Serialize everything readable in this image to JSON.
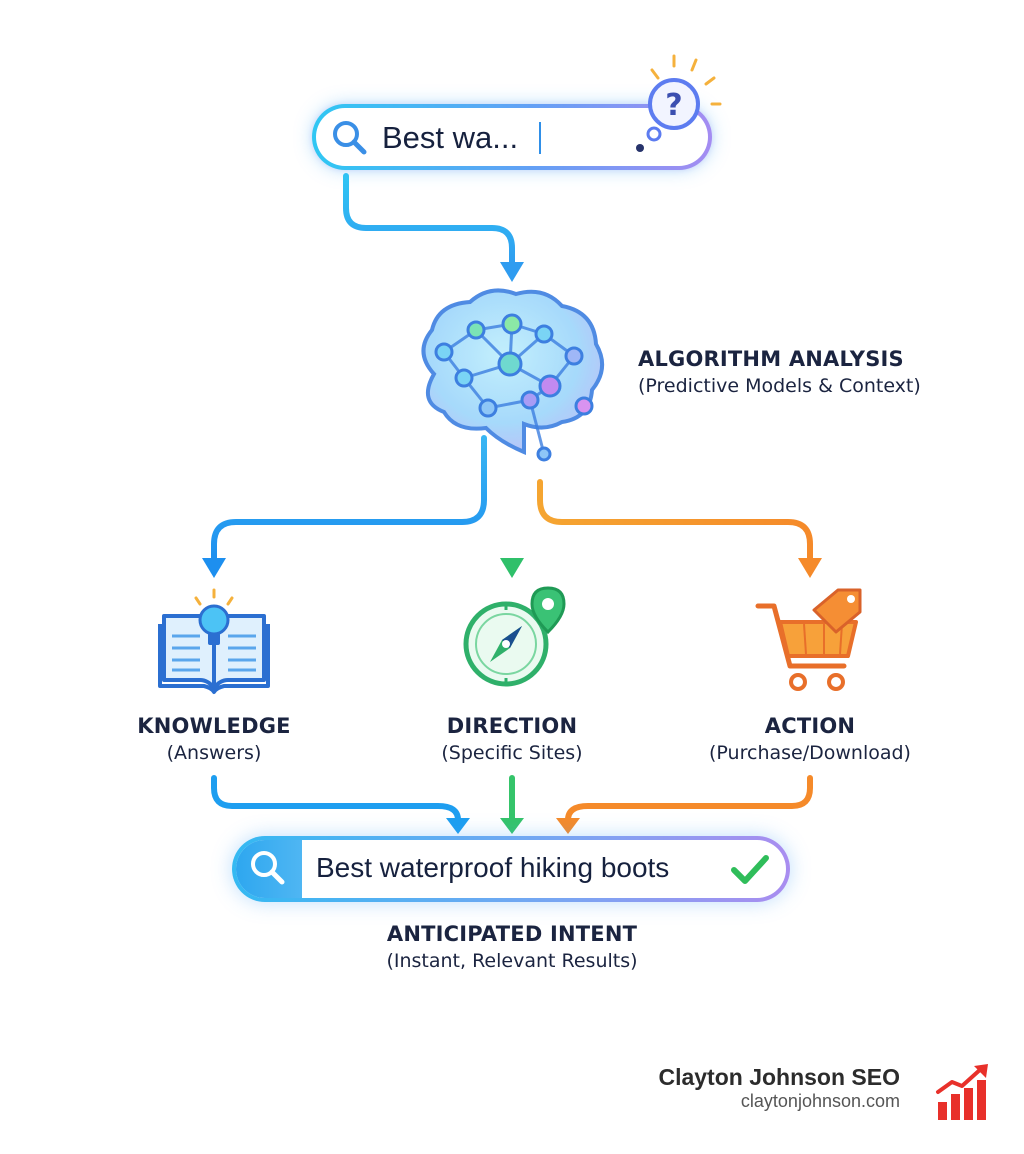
{
  "search_top": {
    "query_text": "Best wa...",
    "icon": "search-icon",
    "badge_icon": "question-bubble-icon"
  },
  "analysis": {
    "icon": "brain-network-icon",
    "title": "ALGORITHM ANALYSIS",
    "subtitle": "(Predictive Models & Context)"
  },
  "branches": [
    {
      "title": "KNOWLEDGE",
      "subtitle": "(Answers)",
      "icon": "book-lightbulb-icon",
      "color": "#1e9ef0"
    },
    {
      "title": "DIRECTION",
      "subtitle": "(Specific Sites)",
      "icon": "compass-pin-icon",
      "color": "#35c46a"
    },
    {
      "title": "ACTION",
      "subtitle": "(Purchase/Download)",
      "icon": "cart-tag-icon",
      "color": "#f5962a"
    }
  ],
  "search_bottom": {
    "query_text": "Best waterproof hiking boots",
    "icon": "search-icon",
    "status_icon": "checkmark-icon"
  },
  "result": {
    "title": "ANTICIPATED INTENT",
    "subtitle": "(Instant, Relevant Results)"
  },
  "brand": {
    "name": "Clayton Johnson SEO",
    "url": "claytonjohnson.com",
    "icon": "rising-bar-chart-icon",
    "color": "#e8302a"
  }
}
